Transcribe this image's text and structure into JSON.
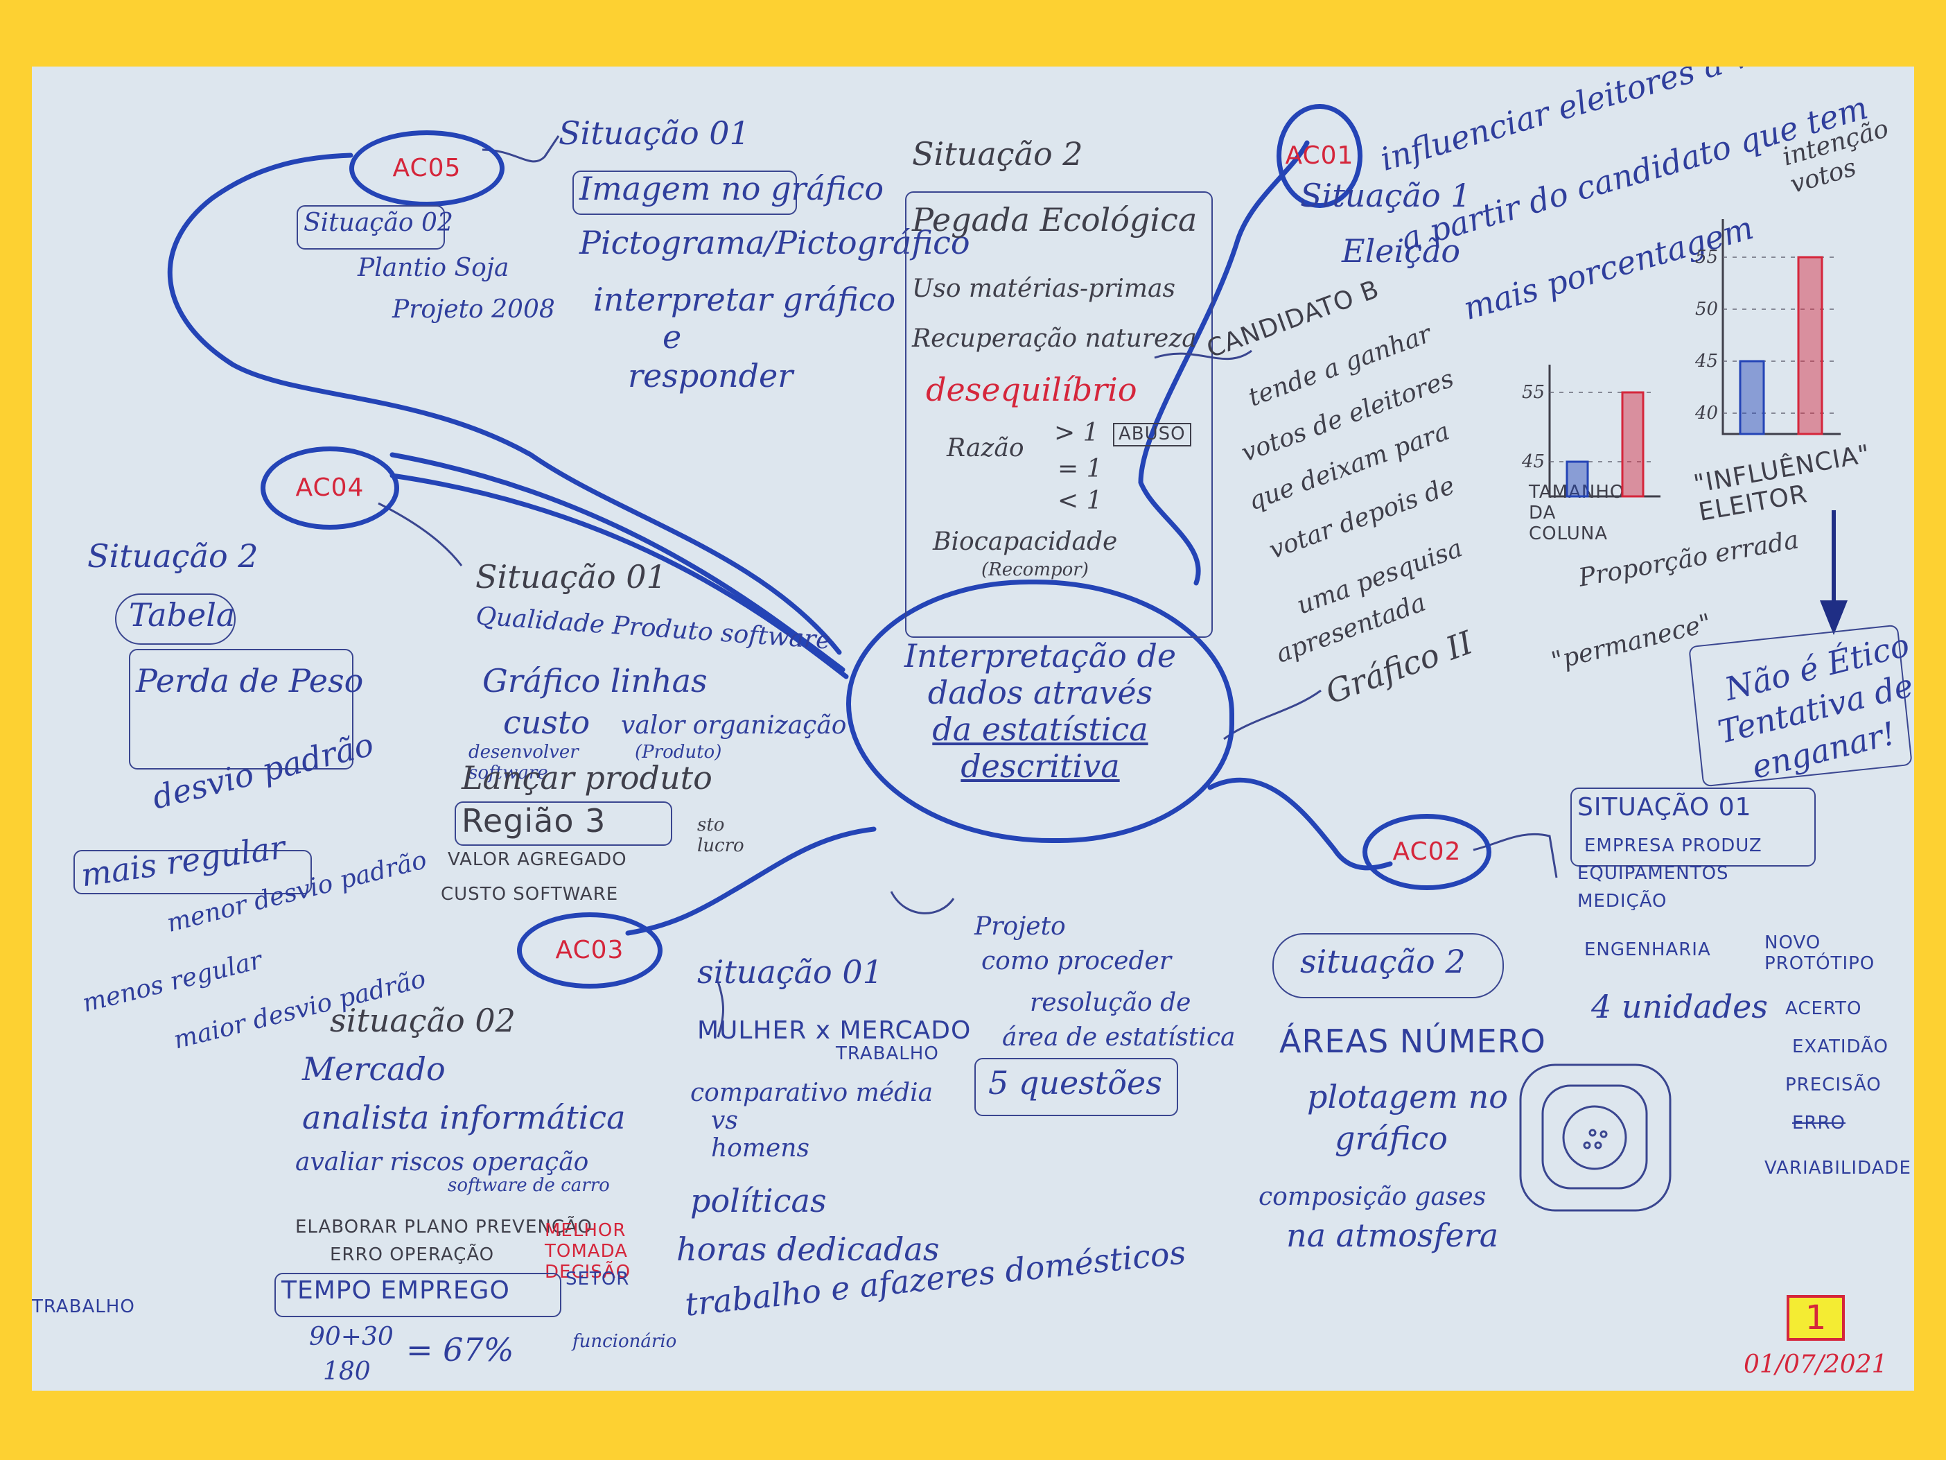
{
  "center": {
    "line1": "Interpretação de",
    "line2": "dados através",
    "line3": "da estatística",
    "line4": "descritiva"
  },
  "nodes": {
    "ac01": "AC01",
    "ac02": "AC02",
    "ac03": "AC03",
    "ac04": "AC04",
    "ac05": "AC05"
  },
  "ac05": {
    "sit2": {
      "title": "Situação 02",
      "l1": "Plantio Soja",
      "l2": "Projeto 2008"
    },
    "sit1": {
      "title": "Situação 01",
      "l1": "Imagem no gráfico",
      "l2": "Pictograma/Pictográfico",
      "l3": "interpretar gráfico",
      "l4": "e",
      "l5": "responder"
    }
  },
  "ac04": {
    "sit2": {
      "title": "Situação 2",
      "l1": "Tabela",
      "l2": "Perda de Peso",
      "l3": "desvio padrão",
      "l4": "mais regular",
      "l5": "menor desvio padrão",
      "l6": "menos regular",
      "l7": "maior desvio padrão"
    },
    "sit1": {
      "title": "Situação 01",
      "l1": "Qualidade Produto software",
      "l2": "Gráfico linhas",
      "l3": "custo",
      "l3a": "desenvolver software",
      "l4": "valor organização",
      "l4a": "(Produto)",
      "l5": "Lançar produto",
      "l6": "Região 3",
      "l7": "VALOR AGREGADO",
      "l8": "CUSTO SOFTWARE",
      "l9": "sto lucro"
    }
  },
  "sit2_top": {
    "title": "Situação 2",
    "l1": "Pegada Ecológica",
    "l2": "Uso matérias-primas",
    "l3": "Recuperação natureza",
    "l4": "desequilíbrio",
    "l5": "Razão",
    "r1": "> 1",
    "r1b": "ABUSO",
    "r2": "= 1",
    "r3": "< 1",
    "l6": "Biocapacidade",
    "l6a": "(Recompor)"
  },
  "ac01": {
    "title": "Situação 1",
    "l1": "Eleição",
    "l2": "influenciar eleitores a votarem",
    "l3": "a partir do candidato que tem",
    "l4": "mais porcentagem",
    "cand": "CANDIDATO B",
    "b1": "tende a ganhar",
    "b2": "votos de eleitores",
    "b3": "que deixam para",
    "b4": "votar depois de",
    "b5": "uma pesquisa",
    "b6": "apresentada",
    "b7": "Gráfico II",
    "col": "TAMANHO DA COLUNA",
    "prop": "Proporção errada",
    "infl": "\"INFLUÊNCIA\" ELEITOR",
    "perm": "\"permanece\"",
    "int": "intenção votos",
    "etico1": "Não é Ético",
    "etico2": "Tentativa de",
    "etico3": "enganar!"
  },
  "ac03": {
    "sit2": {
      "title": "situação 02",
      "l1": "Mercado",
      "l2": "analista informática",
      "l3": "avaliar riscos operação",
      "l4": "software de carro",
      "l5": "ELABORAR PLANO PREVENÇÃO",
      "l6": "ERRO OPERAÇÃO",
      "l7": "MELHOR TOMADA DECISÃO",
      "l8": "TEMPO EMPREGO",
      "l9": "SETOR",
      "l10": "TRABALHO",
      "l11": "funcionário",
      "l12": "90+30",
      "l13": "180",
      "l14": "= 67%"
    },
    "sit1": {
      "title": "situação 01",
      "l1": "MULHER x MERCADO",
      "l2": "TRABALHO",
      "l3": "comparativo média",
      "l4": "vs",
      "l5": "homens",
      "l6": "políticas",
      "l7": "horas dedicadas",
      "l8": "trabalho e afazeres domésticos"
    }
  },
  "project": {
    "l1": "Projeto",
    "l2": "como proceder",
    "l3": "resolução de",
    "l4": "área de estatística",
    "l5": "5 questões"
  },
  "ac02": {
    "sit2": {
      "title": "situação 2",
      "l1": "ÁREAS NÚMERO",
      "l2": "plotagem no",
      "l3": "gráfico",
      "l4": "composição gases",
      "l5": "na atmosfera"
    },
    "sit1": {
      "title": "SITUAÇÃO 01",
      "l1": "EMPRESA PRODUZ",
      "l2": "EQUIPAMENTOS",
      "l3": "MEDIÇÃO",
      "l4": "ENGENHARIA",
      "l5": "NOVO PROTÓTIPO",
      "l6": "4 unidades",
      "l7": "ACERTO",
      "l8": "EXATIDÃO",
      "l9": "PRECISÃO",
      "l10": "ERRO",
      "l11": "VARIABILIDADE"
    }
  },
  "chart_data": {
    "type": "bar",
    "charts": [
      {
        "ticks": [
          "55",
          "45"
        ],
        "bars": [
          {
            "value": 45,
            "pattern": "blue"
          },
          {
            "value": 55,
            "pattern": "red"
          }
        ]
      },
      {
        "ticks": [
          "55",
          "50",
          "45",
          "40"
        ],
        "bars": [
          {
            "value": 45,
            "pattern": "blue"
          },
          {
            "value": 55,
            "pattern": "red"
          }
        ]
      }
    ]
  },
  "footer": {
    "page": "1",
    "date": "01/07/2021"
  }
}
